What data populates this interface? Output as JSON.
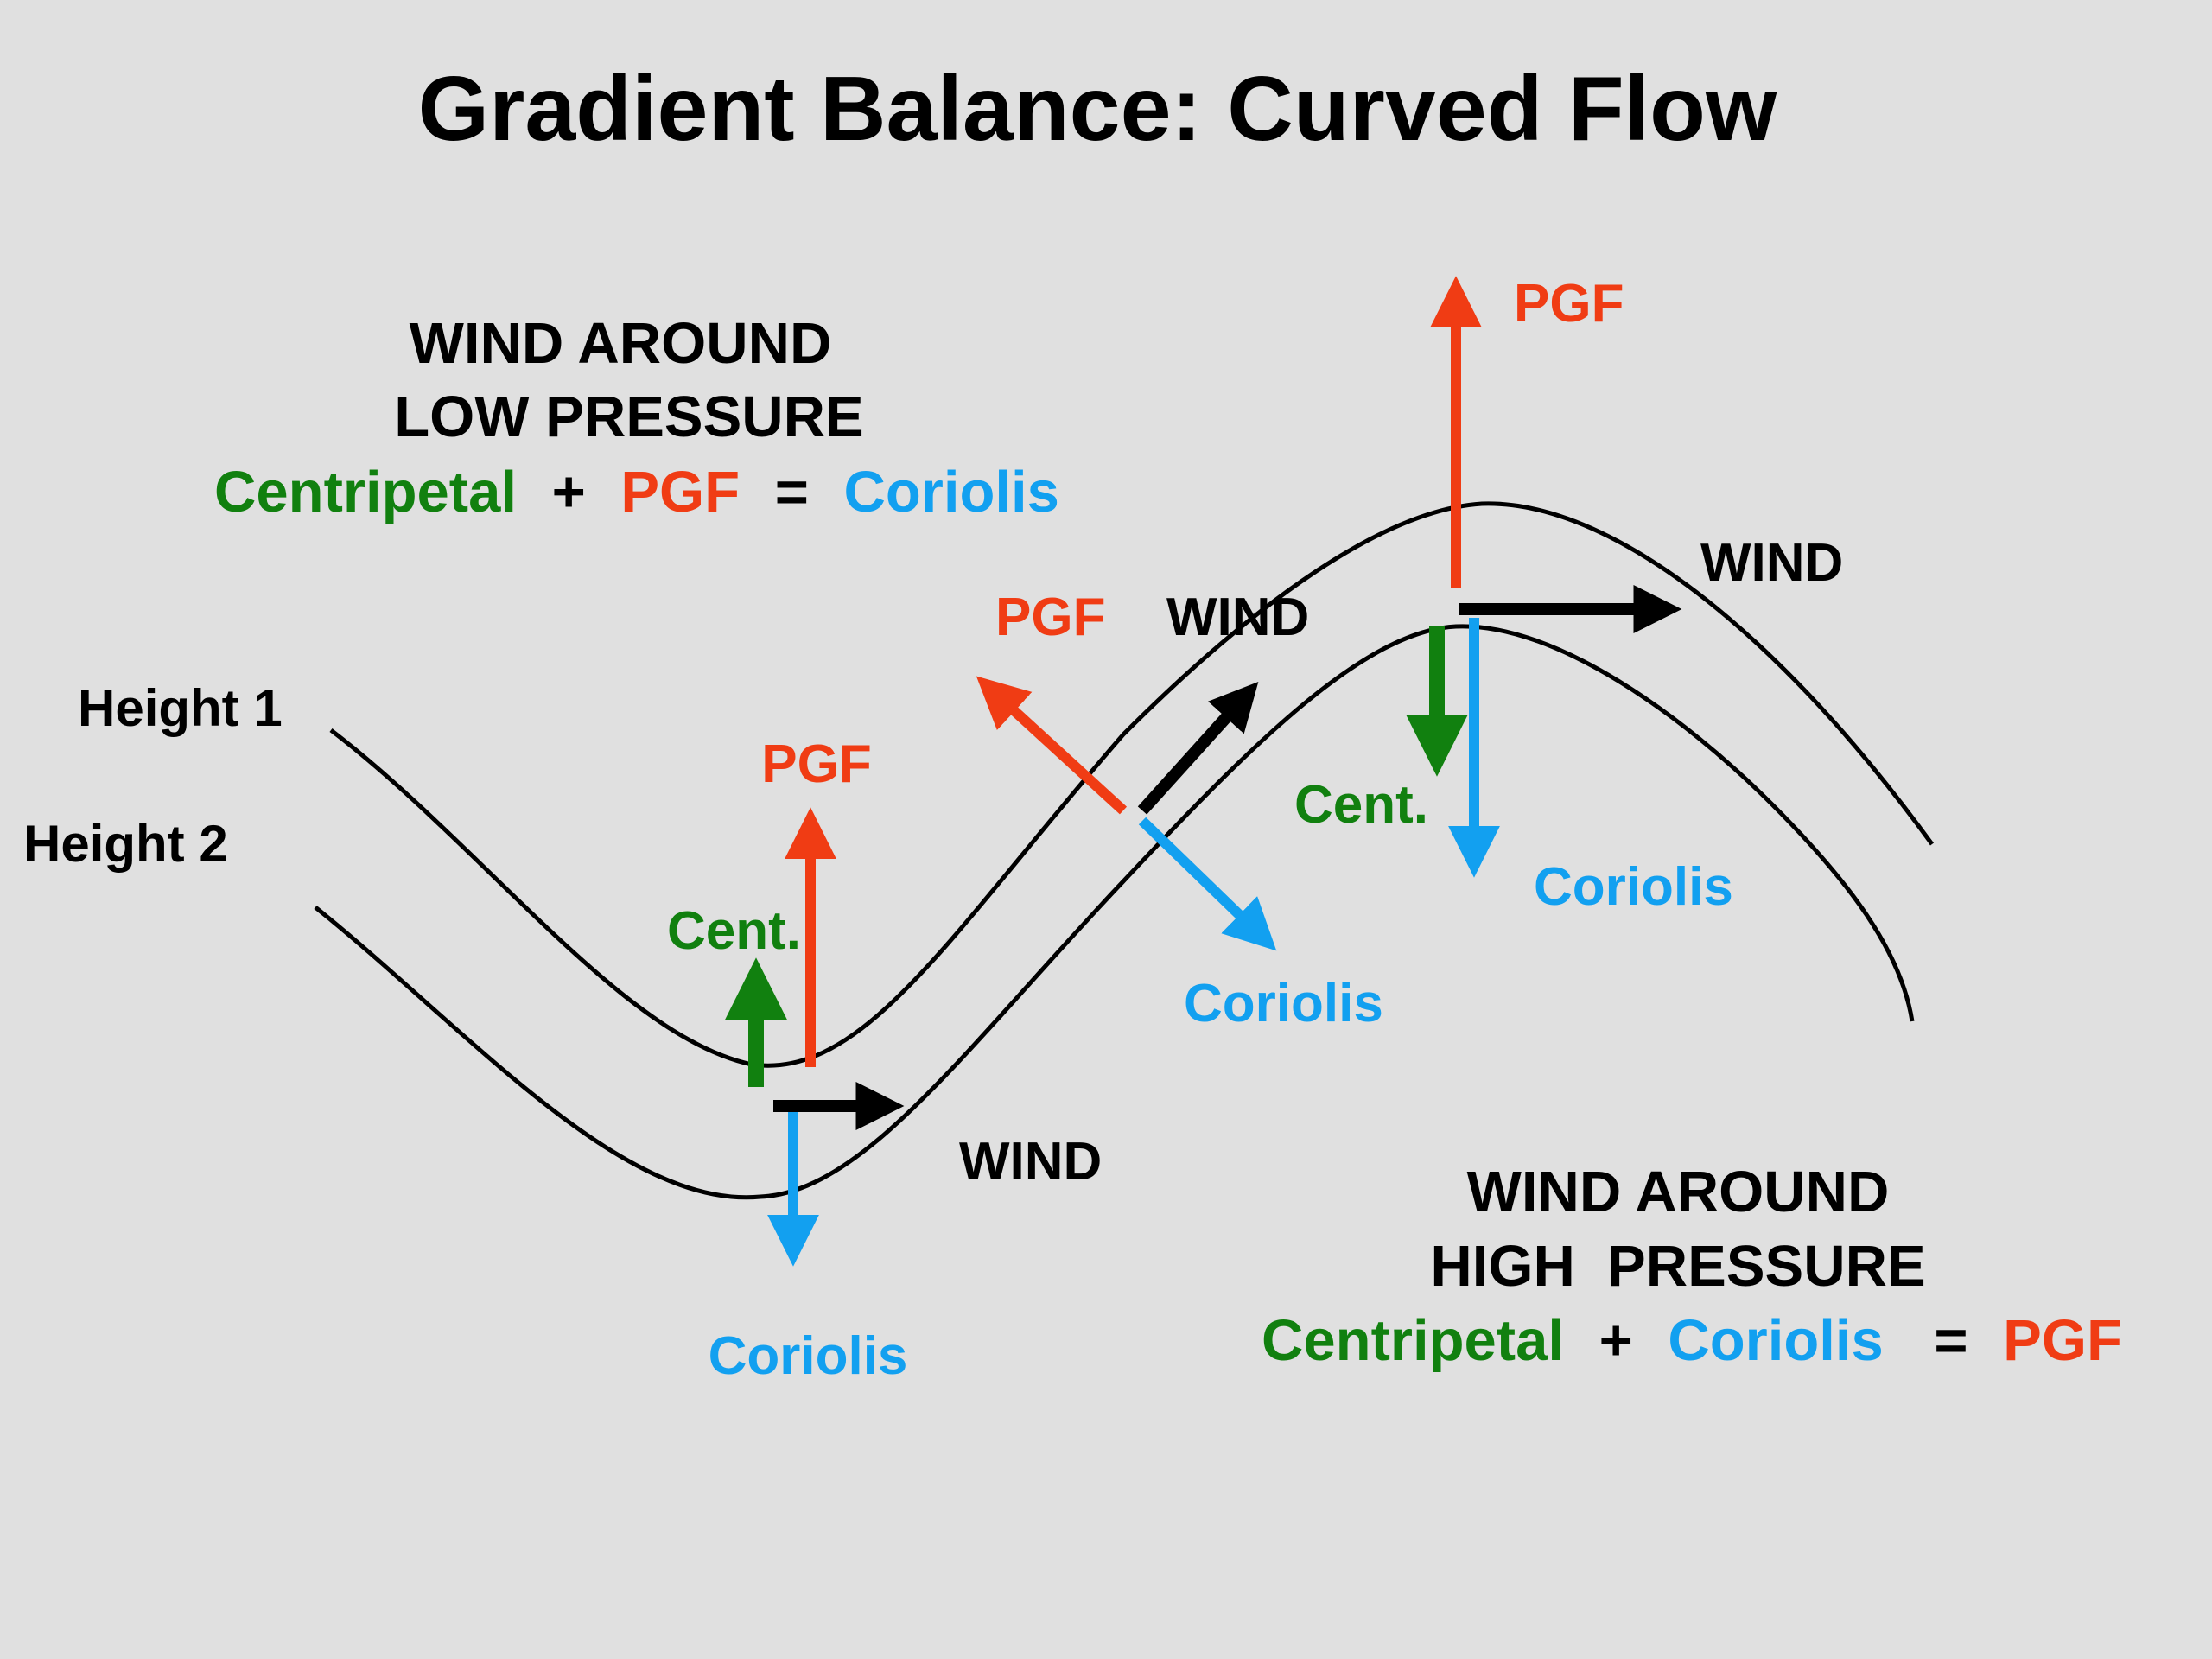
{
  "title": "Gradient Balance: Curved Flow",
  "colors": {
    "wind": "#000000",
    "centripetal": "#11800f",
    "pgf": "#f03c14",
    "coriolis": "#12a0f0"
  },
  "contours": {
    "height_1": "Height 1",
    "height_2": "Height 2"
  },
  "low_pressure": {
    "heading_line1": "WIND AROUND",
    "heading_line2": "LOW PRESSURE",
    "formula": {
      "term1": "Centripetal",
      "op1": "+",
      "term2": "PGF",
      "op2": "=",
      "term3": "Coriolis"
    },
    "labels": {
      "pgf": "PGF",
      "cent": "Cent.",
      "coriolis": "Coriolis",
      "wind": "WIND"
    }
  },
  "inflection": {
    "labels": {
      "pgf": "PGF",
      "wind": "WIND",
      "coriolis": "Coriolis"
    }
  },
  "high_pressure": {
    "heading_line1": "WIND AROUND",
    "heading_line2": "HIGH  PRESSURE",
    "formula": {
      "term1": "Centripetal",
      "op1": "+",
      "term2": "Coriolis",
      "op2": "=",
      "term3": "PGF"
    },
    "labels": {
      "pgf": "PGF",
      "wind": "WIND",
      "cent": "Cent.",
      "coriolis": "Coriolis"
    }
  }
}
